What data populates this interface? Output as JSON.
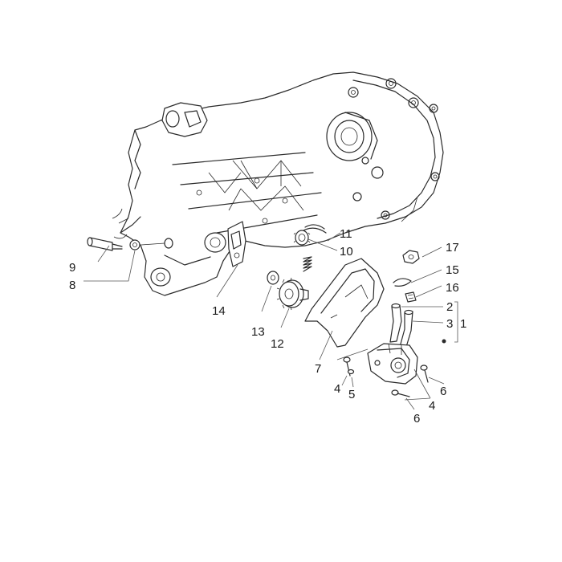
{
  "callouts": {
    "c1": "1",
    "c2": "2",
    "c3": "3",
    "c4a": "4",
    "c4b": "4",
    "c5": "5",
    "c6a": "6",
    "c6b": "6",
    "c7": "7",
    "c8": "8",
    "c9": "9",
    "c10": "10",
    "c11": "11",
    "c12": "12",
    "c13": "13",
    "c14": "14",
    "c15": "15",
    "c16": "16",
    "c17": "17"
  }
}
